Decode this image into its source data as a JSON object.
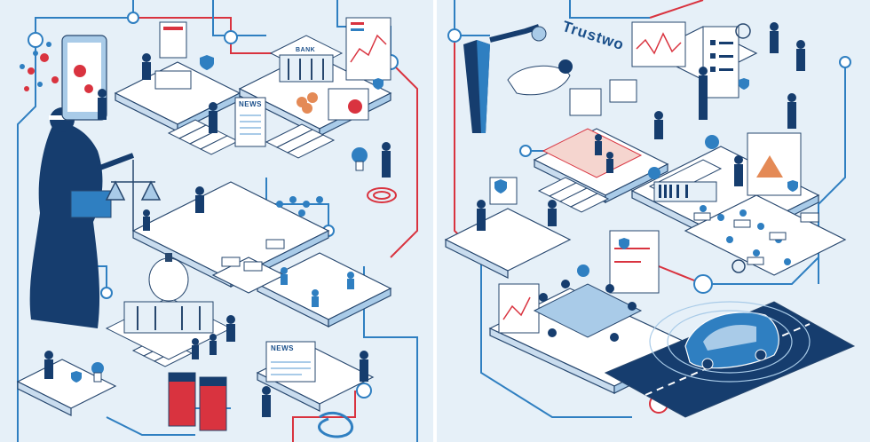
{
  "labels": {
    "news_top": "NEWS",
    "news_bottom": "NEWS",
    "bank": "BANK",
    "brand_fragment": "Trustwo"
  },
  "colors": {
    "background": "#e6f0f8",
    "navy": "#163d6e",
    "mid_blue": "#2f7fc1",
    "light_blue": "#a9cbe8",
    "accent_red": "#d9333f",
    "platform": "#ffffff",
    "outline": "#27476e"
  },
  "icons": {
    "shield": "shield-icon",
    "pin": "location-pin-icon",
    "heart": "heart-icon",
    "scales": "scales-icon",
    "building": "building-icon",
    "car": "car-icon"
  }
}
